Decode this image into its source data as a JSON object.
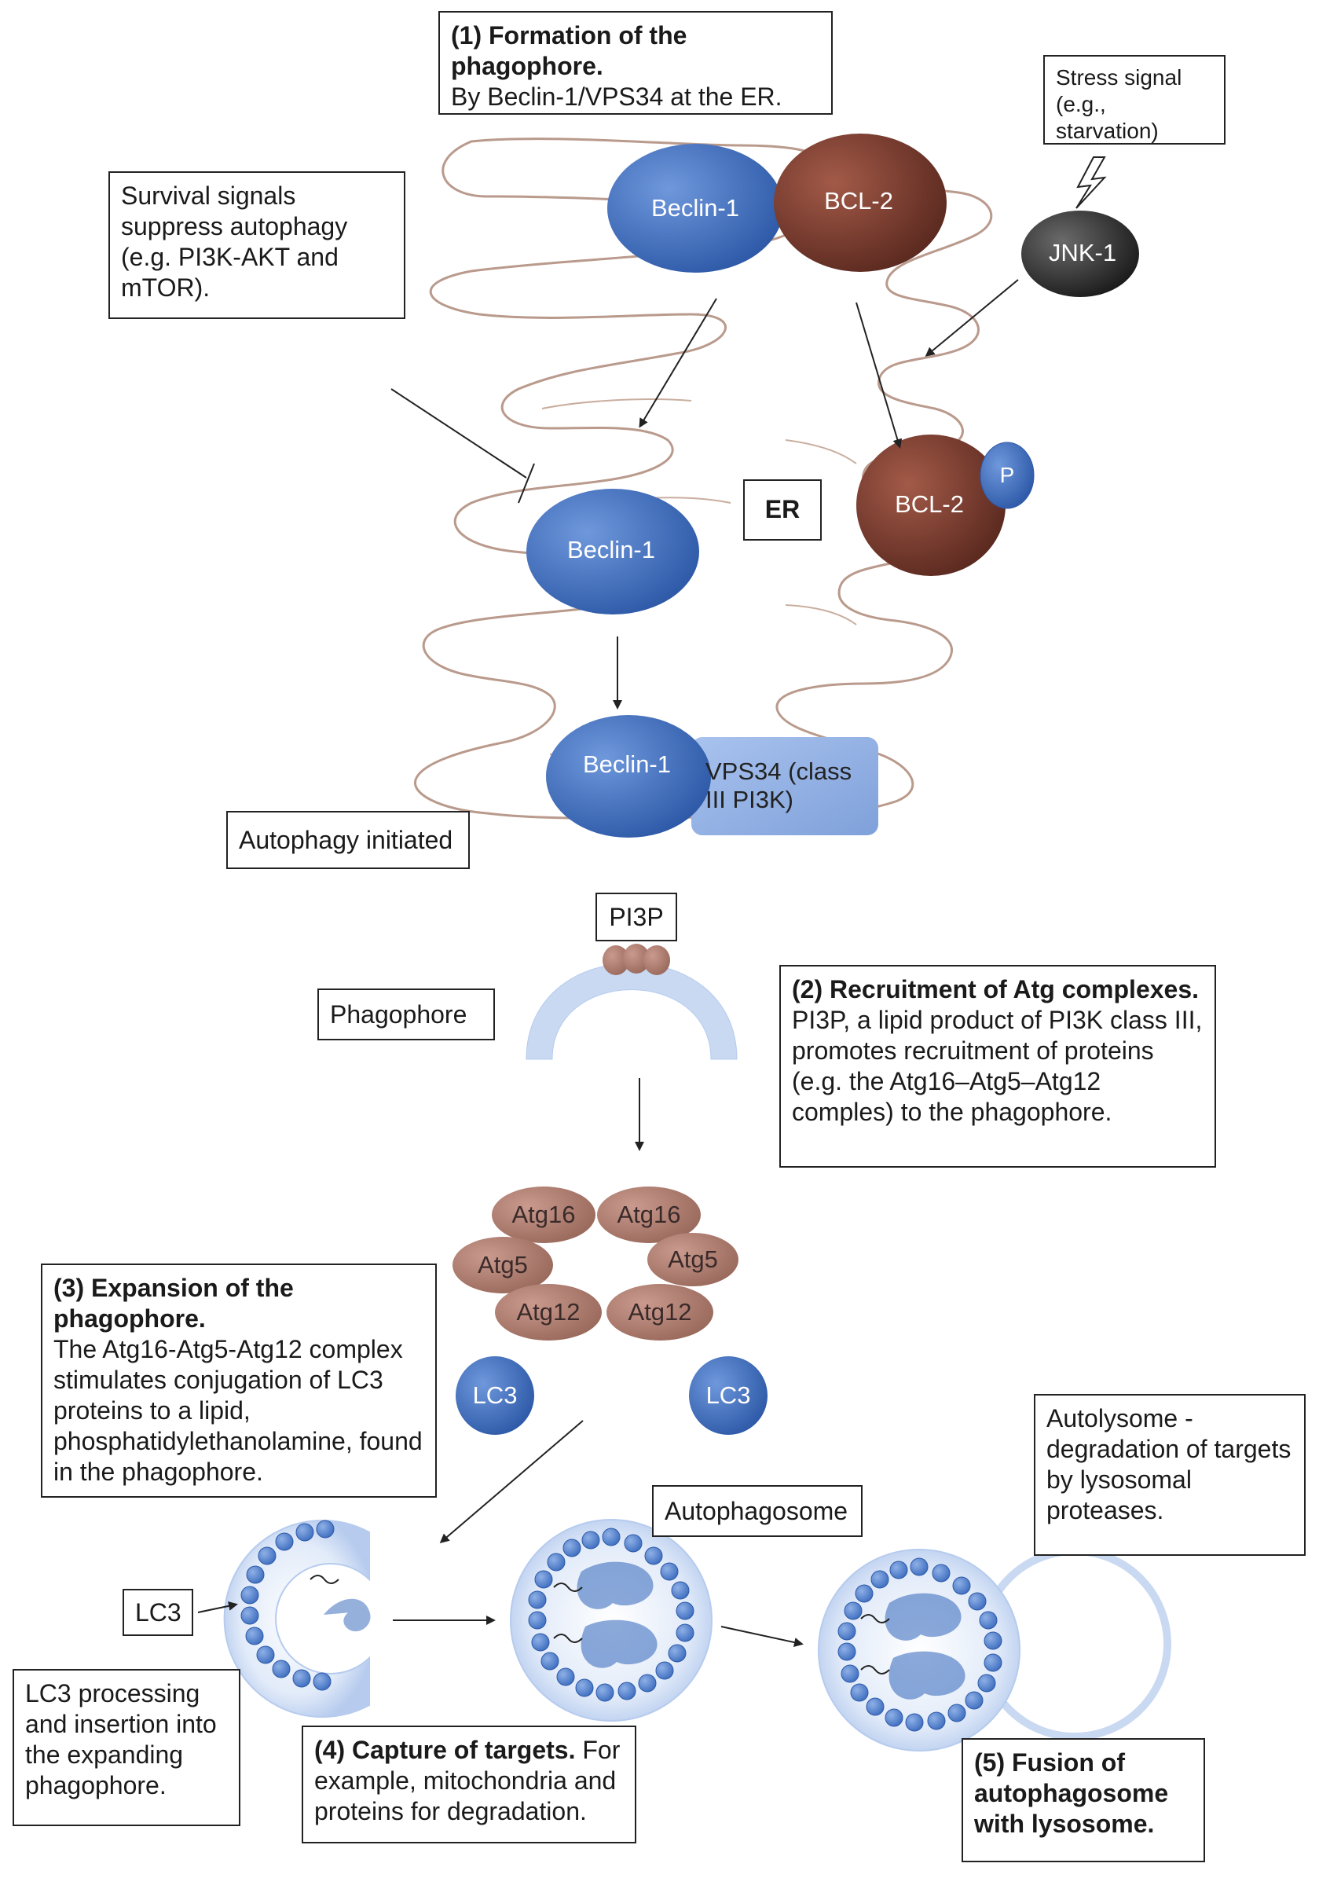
{
  "boxes": {
    "step1": {
      "title": "(1) Formation of the phagophore.",
      "body": "By Beclin-1/VPS34 at the ER."
    },
    "stress": {
      "body": "Stress signal (e.g., starvation)"
    },
    "survival": {
      "body": "Survival signals suppress autophagy (e.g. PI3K-AKT and mTOR)."
    },
    "er": {
      "body": "ER"
    },
    "initiated": {
      "body": "Autophagy initiated"
    },
    "pi3p": {
      "body": "PI3P"
    },
    "phagophore": {
      "body": "Phagophore"
    },
    "step2": {
      "title": "(2) Recruitment of Atg complexes.",
      "body": "PI3P, a lipid product of PI3K class III, promotes recruitment of proteins (e.g. the Atg16–Atg5–Atg12 comples) to the phagophore."
    },
    "step3": {
      "title": "(3) Expansion of the phagophore.",
      "body": "The Atg16-Atg5-Atg12 complex stimulates conjugation of LC3 proteins to a lipid, phosphatidylethanolamine, found in the phagophore."
    },
    "autolysome": {
      "body": "Autolysome - degradation of targets by lysosomal proteases."
    },
    "autophagosome": {
      "body": "Autophagosome"
    },
    "lc3": {
      "body": "LC3"
    },
    "lc3proc": {
      "body": "LC3 processing and insertion into the expanding phagophore."
    },
    "step4": {
      "title": "(4) Capture of targets.",
      "body": "For example, mitochondria and proteins for degradation."
    },
    "step5": {
      "title": "(5) Fusion of autophagosome with lysosome."
    }
  },
  "labels": {
    "beclin_top": "Beclin-1",
    "bcl2_top": "BCL-2",
    "jnk1": "JNK-1",
    "beclin_mid": "Beclin-1",
    "bcl2_mid": "BCL-2",
    "p": "P",
    "beclin_bot": "Beclin-1",
    "vps34": "VPS34 (class III PI3K)",
    "atg16a": "Atg16",
    "atg16b": "Atg16",
    "atg5a": "Atg5",
    "atg5b": "Atg5",
    "atg12a": "Atg12",
    "atg12b": "Atg12",
    "lc3a": "LC3",
    "lc3b": "LC3"
  },
  "colors": {
    "beclin": "#3f6fc0",
    "bcl2": "#7a3a2e",
    "jnk": "#2e2e2e",
    "vps34": "#8fb0e6",
    "atg": "#b07f72",
    "membrane": "#b99a8c",
    "vesicle": "#c9d9f2"
  }
}
